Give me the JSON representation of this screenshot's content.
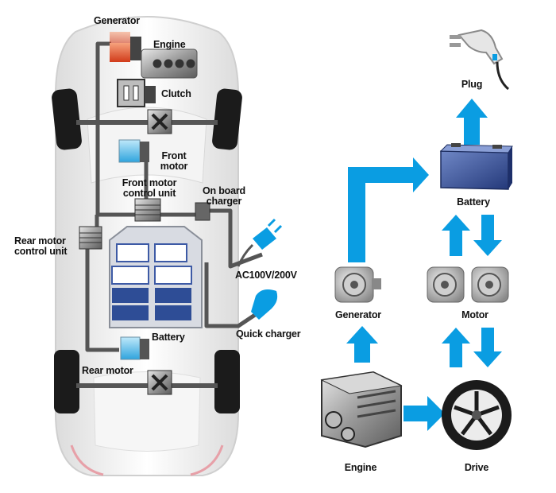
{
  "car_labels": {
    "generator": "Generator",
    "engine": "Engine",
    "clutch": "Clutch",
    "front_motor_line1": "Front",
    "front_motor_line2": "motor",
    "front_motor_cu_line1": "Front motor",
    "front_motor_cu_line2": "control unit",
    "on_board_line1": "On board",
    "on_board_line2": "charger",
    "rear_motor_cu_line1": "Rear motor",
    "rear_motor_cu_line2": "control unit",
    "ac_outlet": "AC100V/200V",
    "battery": "Battery",
    "rear_motor": "Rear motor",
    "quick_charger": "Quick charger"
  },
  "flow_labels": {
    "plug": "Plug",
    "battery": "Battery",
    "generator": "Generator",
    "motor": "Motor",
    "engine": "Engine",
    "drive": "Drive"
  },
  "colors": {
    "arrow": "#0a9de2",
    "battery_cell": "#2e4d96",
    "tire": "#1b1b1b",
    "motor_cyan": "#6ec6ef",
    "generator_orange": "#e2582a",
    "wire": "#555555"
  }
}
